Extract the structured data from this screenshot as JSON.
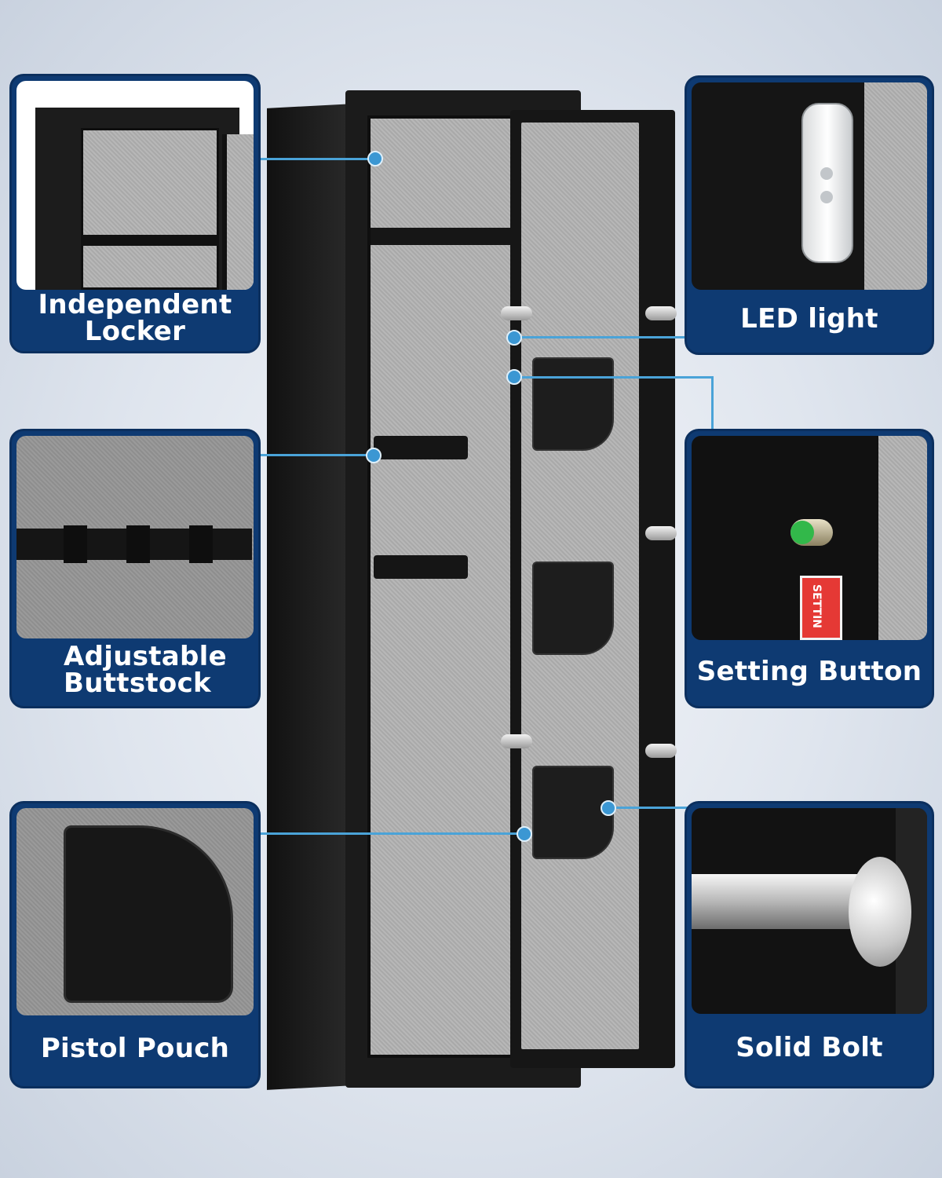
{
  "features": {
    "independent_locker": "Independent\nLocker",
    "led_light": "LED light",
    "adjustable_buttstock": "Adjustable\nButtstock",
    "setting_button": "Setting Button",
    "pistol_pouch": "Pistol Pouch",
    "solid_bolt": "Solid Bolt"
  },
  "sticker_text": "SETTIN",
  "colors": {
    "card_bg": "#0e3a72",
    "connector": "#4aa3d8",
    "safe_body": "#1a1a1a"
  },
  "icons": [
    "led-light-icon",
    "setting-button-icon",
    "bolt-icon"
  ]
}
